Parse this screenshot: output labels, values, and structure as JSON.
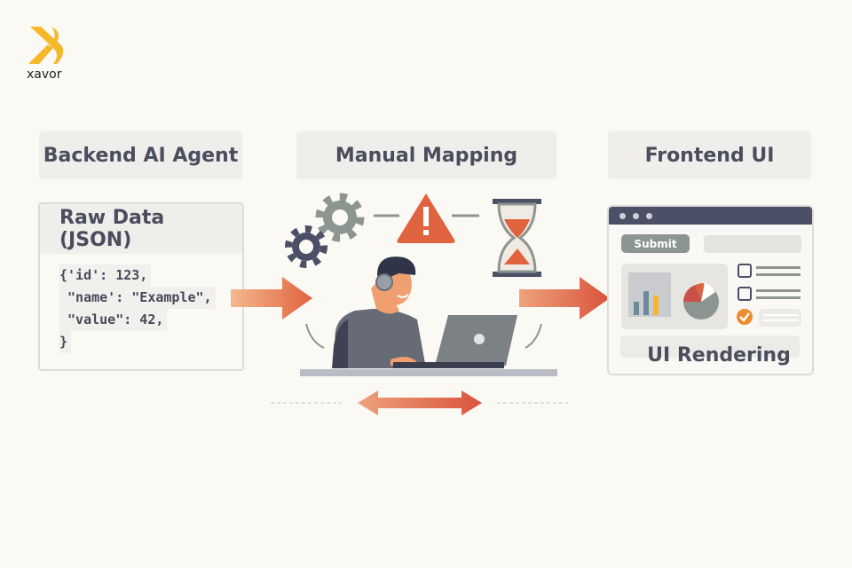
{
  "logo": {
    "text": "xavor"
  },
  "sections": {
    "backend": "Backend AI Agent",
    "mapping": "Manual Mapping",
    "frontend": "Frontend UI"
  },
  "raw_data": {
    "title": "Raw Data (JSON)",
    "lines": [
      "{'id': 123,",
      " \"name': \"Example\",",
      " \"value\": 42,",
      "}"
    ]
  },
  "ui_mock": {
    "submit_label": "Submit",
    "rendering_label": "UI Rendering"
  },
  "colors": {
    "accent": "#e0633f",
    "dark": "#4c5066",
    "gray": "#8c9592",
    "yellow": "#f5b829"
  }
}
